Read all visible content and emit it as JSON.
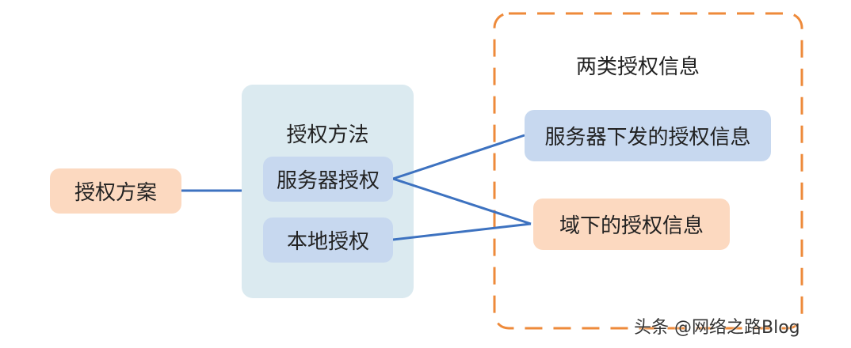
{
  "root": {
    "label": "授权方案"
  },
  "methods": {
    "title": "授权方法",
    "items": [
      {
        "label": "服务器授权"
      },
      {
        "label": "本地授权"
      }
    ]
  },
  "info": {
    "title": "两类授权信息",
    "items": [
      {
        "label": "服务器下发的授权信息"
      },
      {
        "label": "域下的授权信息"
      }
    ]
  },
  "watermark": "头条 @网络之路Blog",
  "colors": {
    "line": "#3d72c0",
    "dashed": "#ee8a3a",
    "container": "#dbeaf0",
    "node_blue": "#c7d8ef",
    "node_orange": "#fcd9c0"
  }
}
